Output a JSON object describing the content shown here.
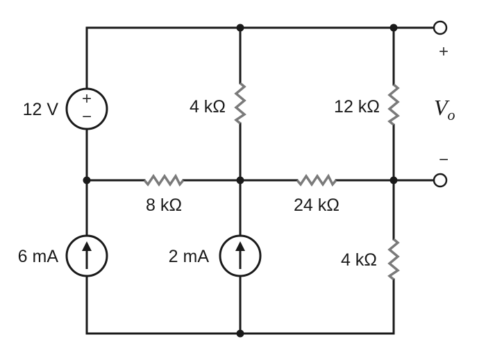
{
  "components": {
    "voltage_source": {
      "label": "12 V",
      "plus": "+",
      "minus": "−"
    },
    "current_source_left": {
      "label": "6 mA"
    },
    "current_source_mid": {
      "label": "2 mA"
    },
    "r_mid_vertical": {
      "label": "4 kΩ"
    },
    "r_right_vertical_top": {
      "label": "12 kΩ"
    },
    "r_right_vertical_bottom": {
      "label": "4 kΩ"
    },
    "r_horizontal_left": {
      "label": "8 kΩ"
    },
    "r_horizontal_right": {
      "label": "24 kΩ"
    }
  },
  "output": {
    "symbol": "V",
    "subscript": "o",
    "plus": "+",
    "minus": "−"
  }
}
